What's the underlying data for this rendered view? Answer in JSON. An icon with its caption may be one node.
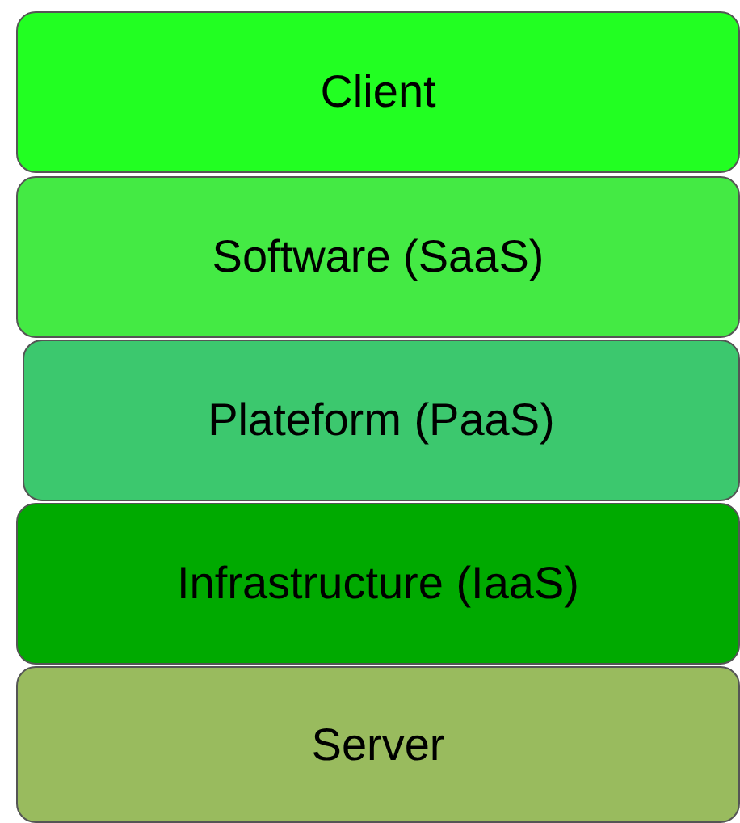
{
  "diagram": {
    "nodes": [
      {
        "text": [
          "Client"
        ]
      },
      {
        "text": [
          "Software (SaaS)"
        ]
      },
      {
        "text": [
          "Plateform (PaaS)"
        ]
      },
      {
        "text": [
          "Infrastructure (IaaS)"
        ]
      },
      {
        "text": [
          "Server"
        ]
      }
    ]
  }
}
